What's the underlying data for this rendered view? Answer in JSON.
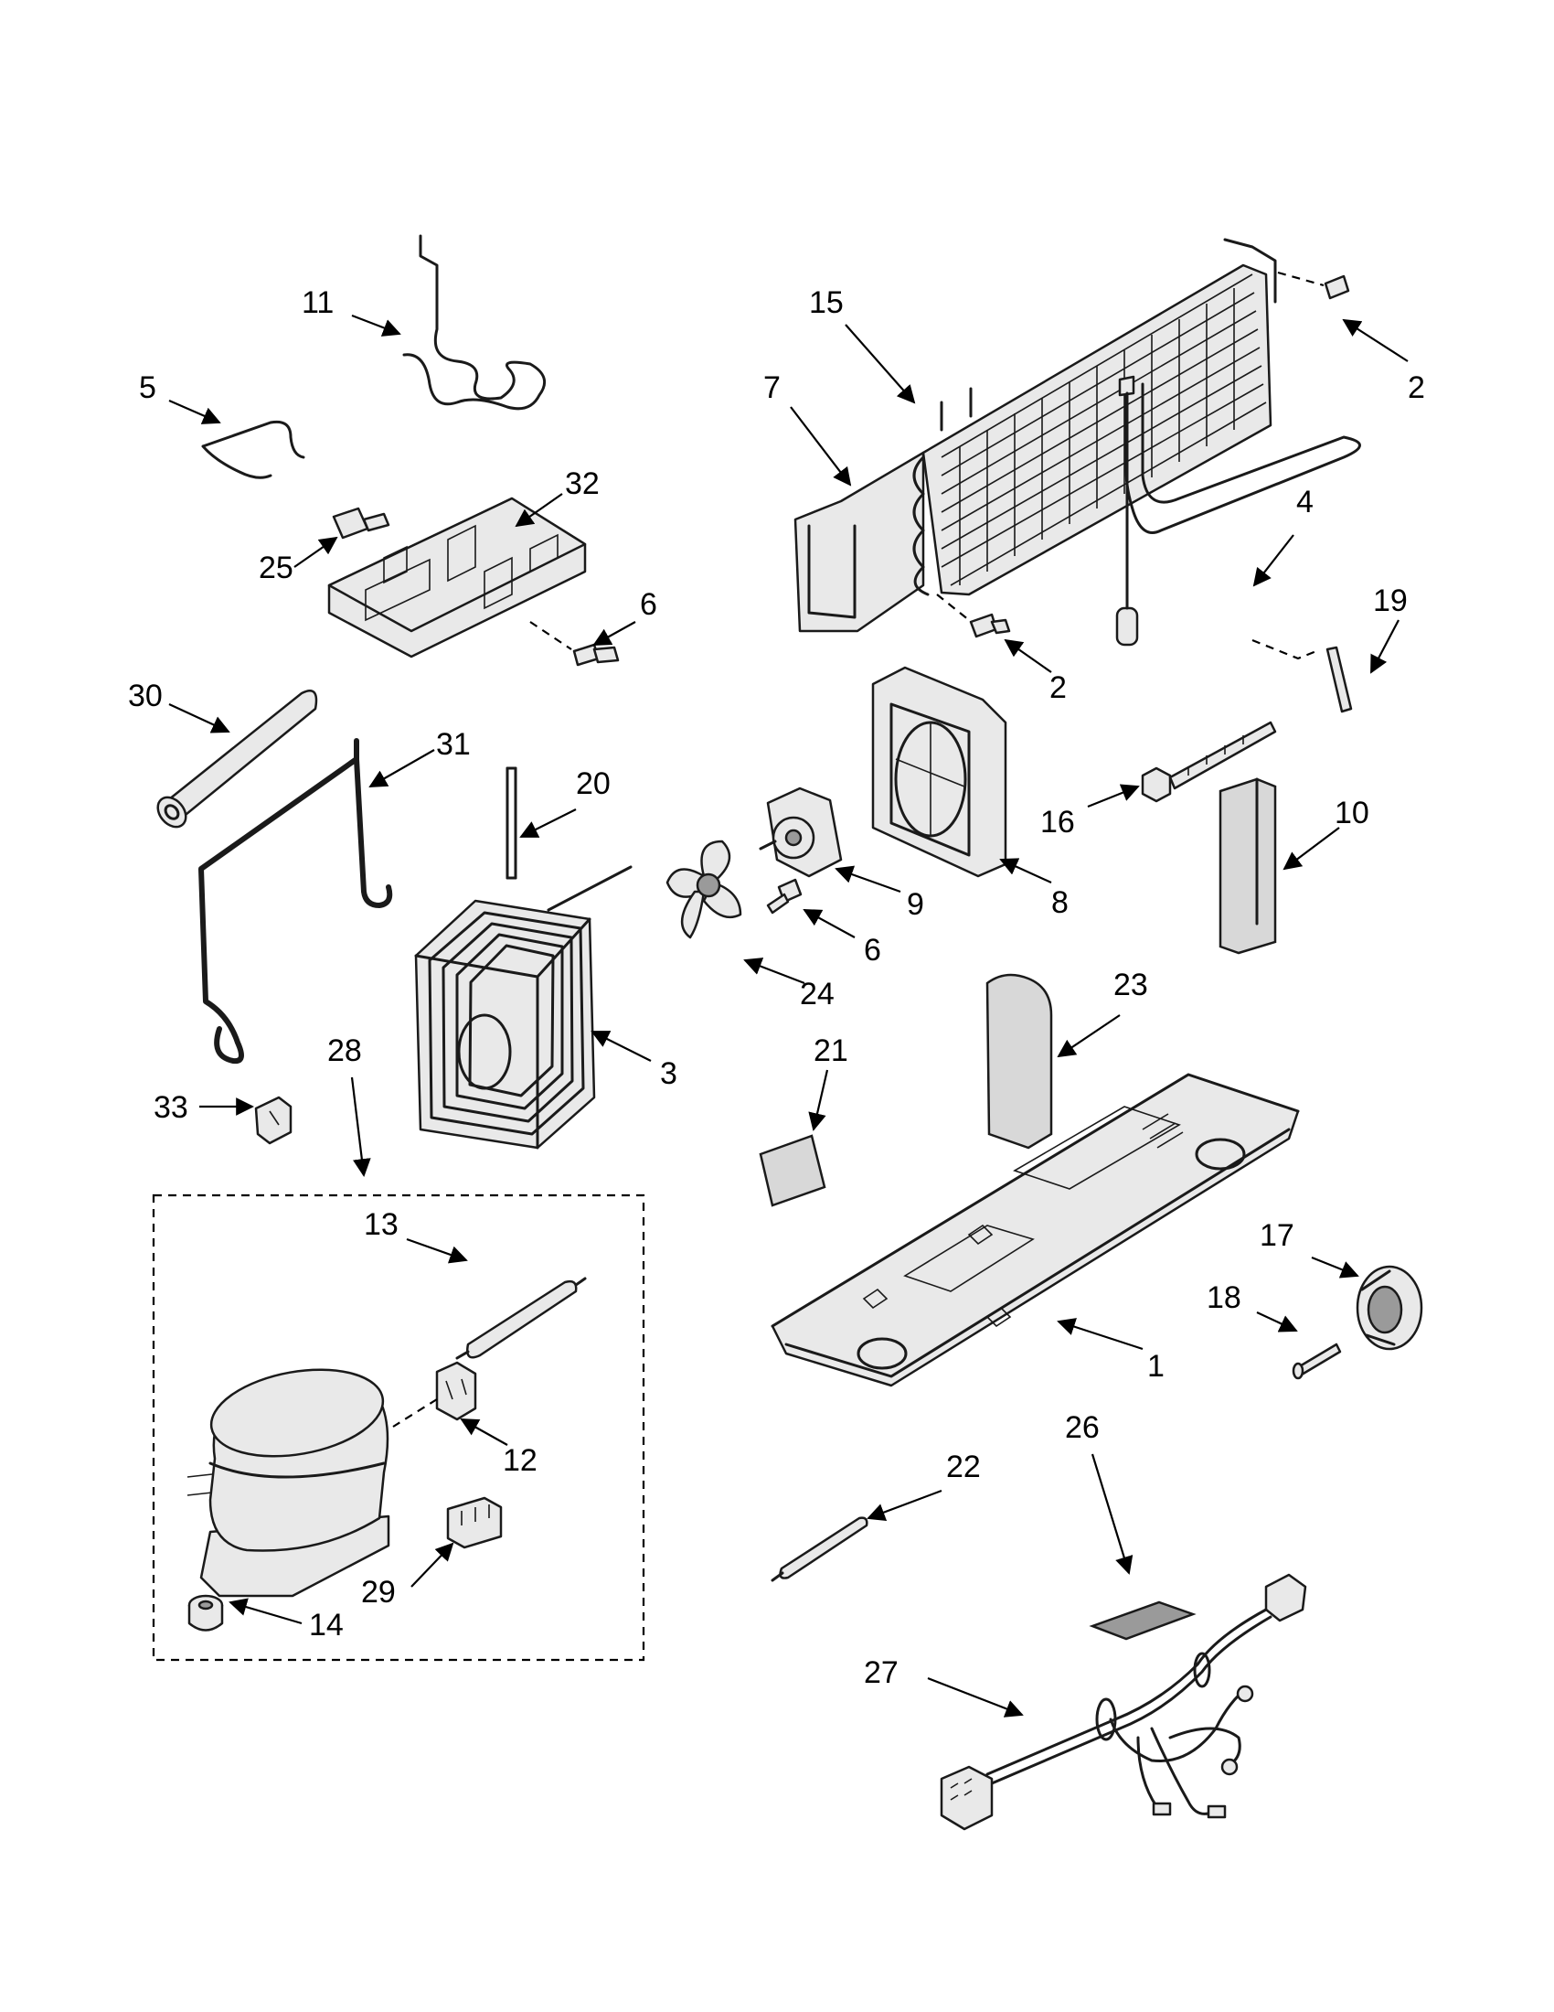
{
  "diagram": {
    "callouts": [
      {
        "id": "c1",
        "text": "1"
      },
      {
        "id": "c2a",
        "text": "2"
      },
      {
        "id": "c2b",
        "text": "2"
      },
      {
        "id": "c3",
        "text": "3"
      },
      {
        "id": "c4",
        "text": "4"
      },
      {
        "id": "c5",
        "text": "5"
      },
      {
        "id": "c6a",
        "text": "6"
      },
      {
        "id": "c6b",
        "text": "6"
      },
      {
        "id": "c7",
        "text": "7"
      },
      {
        "id": "c8",
        "text": "8"
      },
      {
        "id": "c9",
        "text": "9"
      },
      {
        "id": "c10",
        "text": "10"
      },
      {
        "id": "c11",
        "text": "11"
      },
      {
        "id": "c12",
        "text": "12"
      },
      {
        "id": "c13",
        "text": "13"
      },
      {
        "id": "c14",
        "text": "14"
      },
      {
        "id": "c15",
        "text": "15"
      },
      {
        "id": "c16",
        "text": "16"
      },
      {
        "id": "c17",
        "text": "17"
      },
      {
        "id": "c18",
        "text": "18"
      },
      {
        "id": "c19",
        "text": "19"
      },
      {
        "id": "c20",
        "text": "20"
      },
      {
        "id": "c21",
        "text": "21"
      },
      {
        "id": "c22",
        "text": "22"
      },
      {
        "id": "c23",
        "text": "23"
      },
      {
        "id": "c24",
        "text": "24"
      },
      {
        "id": "c25",
        "text": "25"
      },
      {
        "id": "c26",
        "text": "26"
      },
      {
        "id": "c27",
        "text": "27"
      },
      {
        "id": "c28",
        "text": "28"
      },
      {
        "id": "c29",
        "text": "29"
      },
      {
        "id": "c30",
        "text": "30"
      },
      {
        "id": "c31",
        "text": "31"
      },
      {
        "id": "c32",
        "text": "32"
      },
      {
        "id": "c33",
        "text": "33"
      }
    ]
  }
}
